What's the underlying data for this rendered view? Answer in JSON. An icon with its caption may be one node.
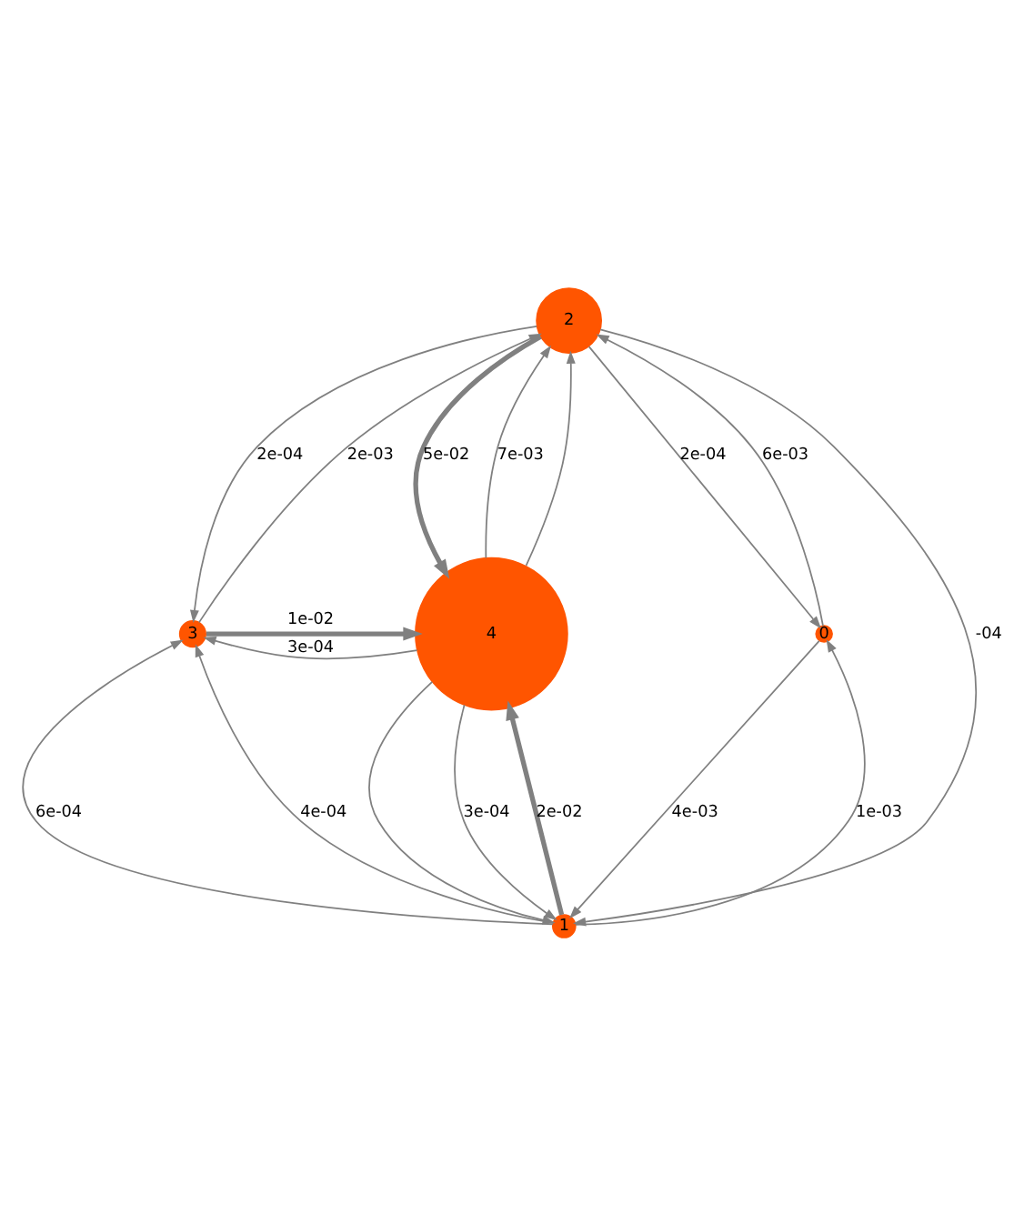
{
  "diagram": {
    "nodes": [
      {
        "text": [
          "0"
        ]
      },
      {
        "text": [
          "1"
        ]
      },
      {
        "text": [
          "2"
        ]
      },
      {
        "text": [
          "3"
        ]
      },
      {
        "text": [
          "4"
        ]
      }
    ],
    "edges": [
      {
        "from": 3,
        "to": 2,
        "arrow": "to",
        "label": "2e-03"
      },
      {
        "from": 2,
        "to": 3,
        "arrow": "to",
        "label": "2e-04"
      },
      {
        "from": 2,
        "to": 0,
        "arrow": "to",
        "label": "2e-04"
      },
      {
        "from": 0,
        "to": 2,
        "arrow": "to",
        "label": "6e-03"
      },
      {
        "from": 4,
        "to": 2,
        "arrow": "to",
        "label": "7e-03"
      },
      {
        "from": 4,
        "to": 2,
        "arrow": "to"
      },
      {
        "from": 2,
        "to": 4,
        "arrow": "to",
        "label": "5e-02",
        "style": "thick"
      },
      {
        "from": 2,
        "to": 1,
        "arrow": "to",
        "label": "-04"
      },
      {
        "from": 3,
        "to": 4,
        "arrow": "to",
        "label": "1e-02",
        "style": "thick"
      },
      {
        "from": 4,
        "to": 3,
        "arrow": "to",
        "label": "3e-04"
      },
      {
        "from": 1,
        "to": 3,
        "arrow": "to",
        "label": "6e-04"
      },
      {
        "from": 1,
        "to": 3,
        "arrow": "to",
        "label": "4e-04"
      },
      {
        "from": 1,
        "to": 4,
        "arrow": "to",
        "label": "2e-02",
        "style": "thick"
      },
      {
        "from": 4,
        "to": 1,
        "arrow": "to"
      },
      {
        "from": 4,
        "to": 1,
        "arrow": "to",
        "label": "3e-04"
      },
      {
        "from": 1,
        "to": 0,
        "arrow": "to",
        "label": "1e-03"
      },
      {
        "from": 0,
        "to": 1,
        "arrow": "to",
        "label": "4e-03"
      }
    ]
  }
}
